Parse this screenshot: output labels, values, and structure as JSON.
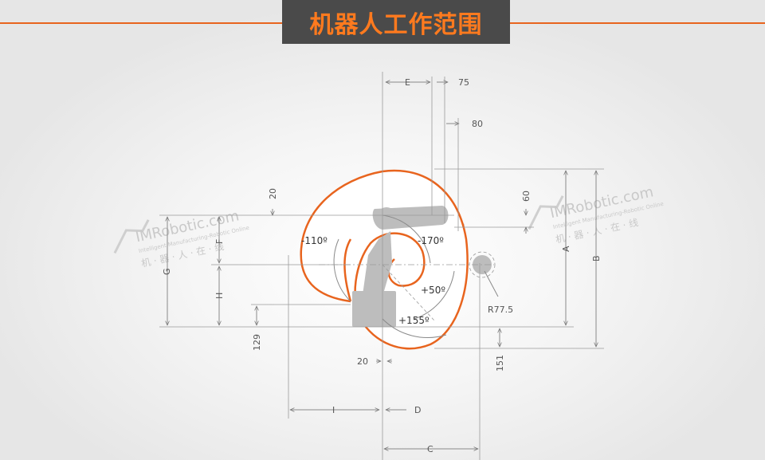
{
  "header": {
    "title": "机器人工作范围"
  },
  "watermark": {
    "brand": "IMRobotic.com",
    "tagline": "Intelligent Manufacturing-Robotic Online",
    "cn": "机 · 器 · 人 · 在 · 线"
  },
  "dimensions": {
    "E": "E",
    "d75": "75",
    "d80": "80",
    "d20_left": "20",
    "d60": "60",
    "G": "G",
    "F": "F",
    "H": "H",
    "d129": "129",
    "d20_bottom": "20",
    "I": "I",
    "D": "D",
    "C": "C",
    "A": "A",
    "B": "B",
    "d151": "151",
    "R": "R77.5"
  },
  "angles": {
    "a1": "-110º",
    "a2": "-170º",
    "a3": "+50º",
    "a4": "+155º"
  },
  "colors": {
    "accent": "#e8641e",
    "title_bg": "#4a4a4a",
    "title_fg": "#ff7a1e"
  }
}
